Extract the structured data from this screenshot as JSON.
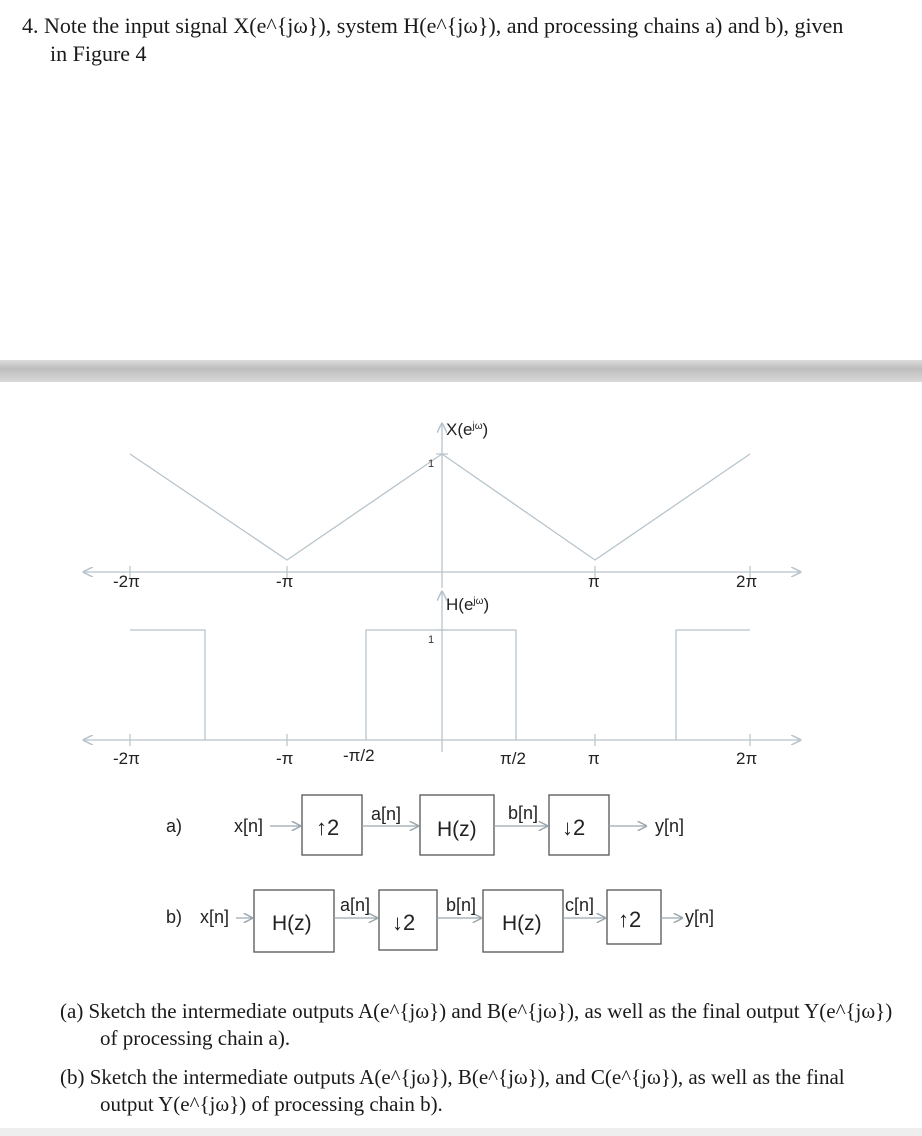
{
  "question": {
    "line1": "4. Note the input signal X(e^{jω}), system H(e^{jω}), and processing chains a) and b), given",
    "line2": "in Figure 4"
  },
  "figure": {
    "x_label": "X(e",
    "x_label_sup": "jω",
    "h_label": "H(e",
    "h_label_sup": "jω",
    "paren_close": ")",
    "x_peak": "1",
    "h_level": "1",
    "x_ticks": [
      "-2π",
      "-π",
      "π",
      "2π"
    ],
    "h_ticks": [
      "-2π",
      "-π",
      "-π/2",
      "π/2",
      "π",
      "2π"
    ],
    "chain_a": {
      "label": "a)",
      "input": "x[n]",
      "up": "↑2",
      "sig1": "a[n]",
      "filter": "H(z)",
      "sig2": "b[n]",
      "down": "↓2",
      "output": "y[n]"
    },
    "chain_b": {
      "label": "b)",
      "input": "x[n]",
      "filter1": "H(z)",
      "sig1": "a[n]",
      "down": "↓2",
      "sig2": "b[n]",
      "filter2": "H(z)",
      "sig3": "c[n]",
      "up": "↑2",
      "output": "y[n]"
    }
  },
  "parts": {
    "a": "(a) Sketch the intermediate outputs A(e^{jω}) and B(e^{jω}), as well as the final output Y(e^{jω}) of processing chain a).",
    "b": "(b) Sketch the intermediate outputs A(e^{jω}), B(e^{jω}), and C(e^{jω}), as well as the final output Y(e^{jω}) of processing chain b)."
  },
  "colors": {
    "plot_line": "#b8c4cc",
    "box_border": "#555555",
    "text": "#222222"
  }
}
